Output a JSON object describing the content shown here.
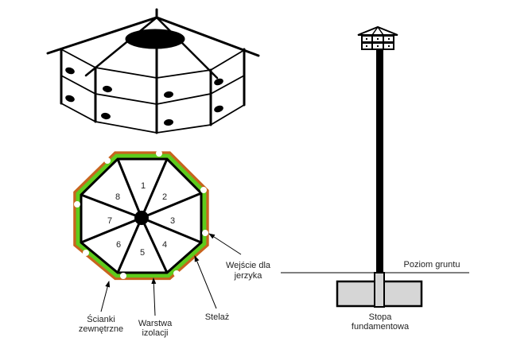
{
  "colors": {
    "frame": "#000000",
    "insulation": "#5ecb1c",
    "wall": "#c8641e",
    "footing": "#d6d6d6"
  },
  "octagon": {
    "sections": [
      "1",
      "2",
      "3",
      "4",
      "5",
      "6",
      "7",
      "8"
    ]
  },
  "labels": {
    "entrance": [
      "Wejście dla",
      "jerzyka"
    ],
    "frame": "Stelaż",
    "insulation": [
      "Warstwa",
      "izolacji"
    ],
    "walls": [
      "Ścianki",
      "zewnętrzne"
    ],
    "ground": "Poziom gruntu",
    "footing": [
      "Stopa",
      "fundamentowa"
    ]
  }
}
